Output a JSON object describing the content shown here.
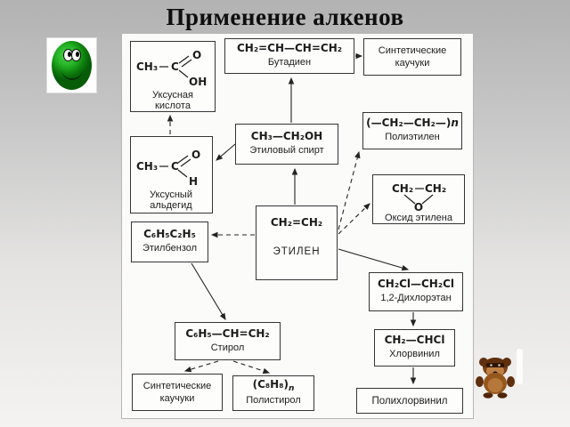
{
  "slide": {
    "title": "Применение алкенов"
  },
  "colors": {
    "background_top": "#b2b2b2",
    "background_bottom": "#f4f3f1",
    "panel_bg": "#fbfbfa",
    "box_border": "#353535",
    "text": "#1c1c1c",
    "smiley_green": "#22b022",
    "bear_brown": "#96571d"
  },
  "decorations": {
    "top_left_icon": "green-smiley-character",
    "bottom_right_icon": "bear-mascot-character"
  },
  "diagram": {
    "nodes": {
      "acetic_acid": {
        "ch3": "CH₃",
        "c": "C",
        "o": "O",
        "oh": "OH",
        "label1": "Уксусная",
        "label2": "кислота"
      },
      "butadiene": {
        "formula": "CH₂=CH—CH=CH₂",
        "label": "Бутадиен"
      },
      "rubber_top": {
        "label1": "Синтетические",
        "label2": "каучуки"
      },
      "polyethylene": {
        "formula": "(—CH₂—CH₂—)",
        "suffix": "n",
        "label": "Полиэтилен"
      },
      "ethanol": {
        "formula": "CH₃—CH₂OH",
        "label": "Этиловый спирт"
      },
      "acetaldehyde": {
        "ch3": "CH₃",
        "c": "C",
        "o": "O",
        "h": "H",
        "label1": "Уксусный",
        "label2": "альдегид"
      },
      "ethylene_oxide": {
        "ch2a": "CH₂",
        "ch2b": "CH₂",
        "o": "O",
        "label": "Оксид этилена"
      },
      "ethylene": {
        "formula": "CH₂=CH₂",
        "label": "ЭТИЛЕН"
      },
      "ethylbenzene": {
        "formula": "C₆H₅C₂H₅",
        "label": "Этилбензол"
      },
      "dichloroethane": {
        "formula": "CH₂Cl—CH₂Cl",
        "label": "1,2-Дихлорэтан"
      },
      "styrene": {
        "formula": "C₆H₅—CH=CH₂",
        "label": "Стирол"
      },
      "vinyl_chloride": {
        "formula": "CH₂—CHCl",
        "label": "Хлорвинил"
      },
      "rubber_bottom": {
        "label1": "Синтетические",
        "label2": "каучуки"
      },
      "polystyrene": {
        "formula": "(C₈H₈)",
        "suffix": "n",
        "label": "Полистирол"
      },
      "pvc": {
        "label": "Полихлорвинил"
      }
    },
    "edges": [
      {
        "from": "ethylene",
        "to": "ethanol",
        "style": "solid"
      },
      {
        "from": "ethanol",
        "to": "butadiene",
        "style": "solid"
      },
      {
        "from": "butadiene",
        "to": "rubber_top",
        "style": "solid"
      },
      {
        "from": "ethanol",
        "to": "acetaldehyde",
        "style": "solid"
      },
      {
        "from": "acetaldehyde",
        "to": "acetic_acid",
        "style": "dashed"
      },
      {
        "from": "ethylene",
        "to": "polyethylene",
        "style": "dashed"
      },
      {
        "from": "ethylene",
        "to": "ethylene_oxide",
        "style": "dashed"
      },
      {
        "from": "ethylene",
        "to": "dichloroethane",
        "style": "solid"
      },
      {
        "from": "ethylene",
        "to": "ethylbenzene",
        "style": "dashed"
      },
      {
        "from": "ethylbenzene",
        "to": "styrene",
        "style": "solid"
      },
      {
        "from": "styrene",
        "to": "rubber_bottom",
        "style": "dashed"
      },
      {
        "from": "styrene",
        "to": "polystyrene",
        "style": "dashed"
      },
      {
        "from": "dichloroethane",
        "to": "vinyl_chloride",
        "style": "solid"
      },
      {
        "from": "vinyl_chloride",
        "to": "pvc",
        "style": "solid"
      }
    ]
  }
}
